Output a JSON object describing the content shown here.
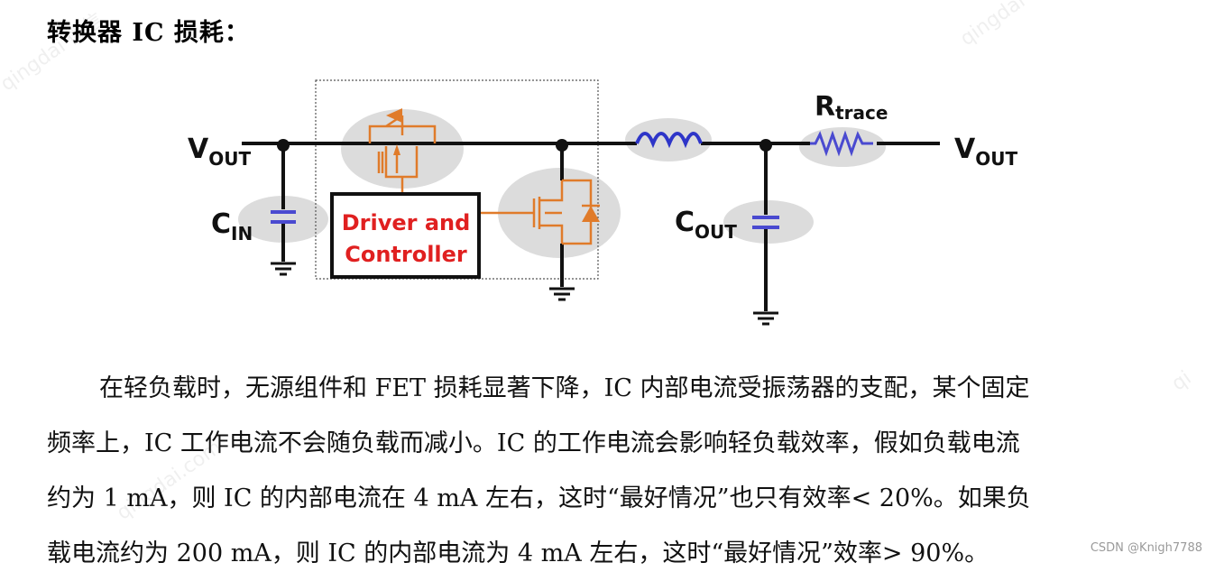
{
  "heading": "转换器 IC 损耗：",
  "diagram": {
    "vout_left": {
      "main": "V",
      "sub": "OUT"
    },
    "cin": {
      "main": "C",
      "sub": "IN"
    },
    "driver": {
      "line1": "Driver and",
      "line2": "Controller"
    },
    "cout": {
      "main": "C",
      "sub": "OUT"
    },
    "rtrace": {
      "main": "R",
      "sub": "trace"
    },
    "vout_right": {
      "main": "V",
      "sub": "OUT"
    },
    "colors": {
      "wire": "#111111",
      "fet": "#e07b2a",
      "inductor": "#2e35c8",
      "cap": "#4a4ad0",
      "driver_text": "#e02020",
      "highlight": "#d9d9d9"
    }
  },
  "paragraph": {
    "line1": "在轻负载时，无源组件和 FET  损耗显著下降，IC  内部电流受振荡器的支配，某个固定",
    "line2": "频率上，IC  工作电流不会随负载而减小。IC 的工作电流会影响轻负载效率，假如负载电流",
    "line3": "约为 1 mA，则 IC 的内部电流在 4 mA 左右，这时“最好情况”也只有效率< 20%。如果负",
    "line4": "载电流约为 200 mA，则 IC  的内部电流为 4 mA    左右，这时“最好情况”效率> 90%。"
  },
  "credit": "CSDN @Knigh7788"
}
